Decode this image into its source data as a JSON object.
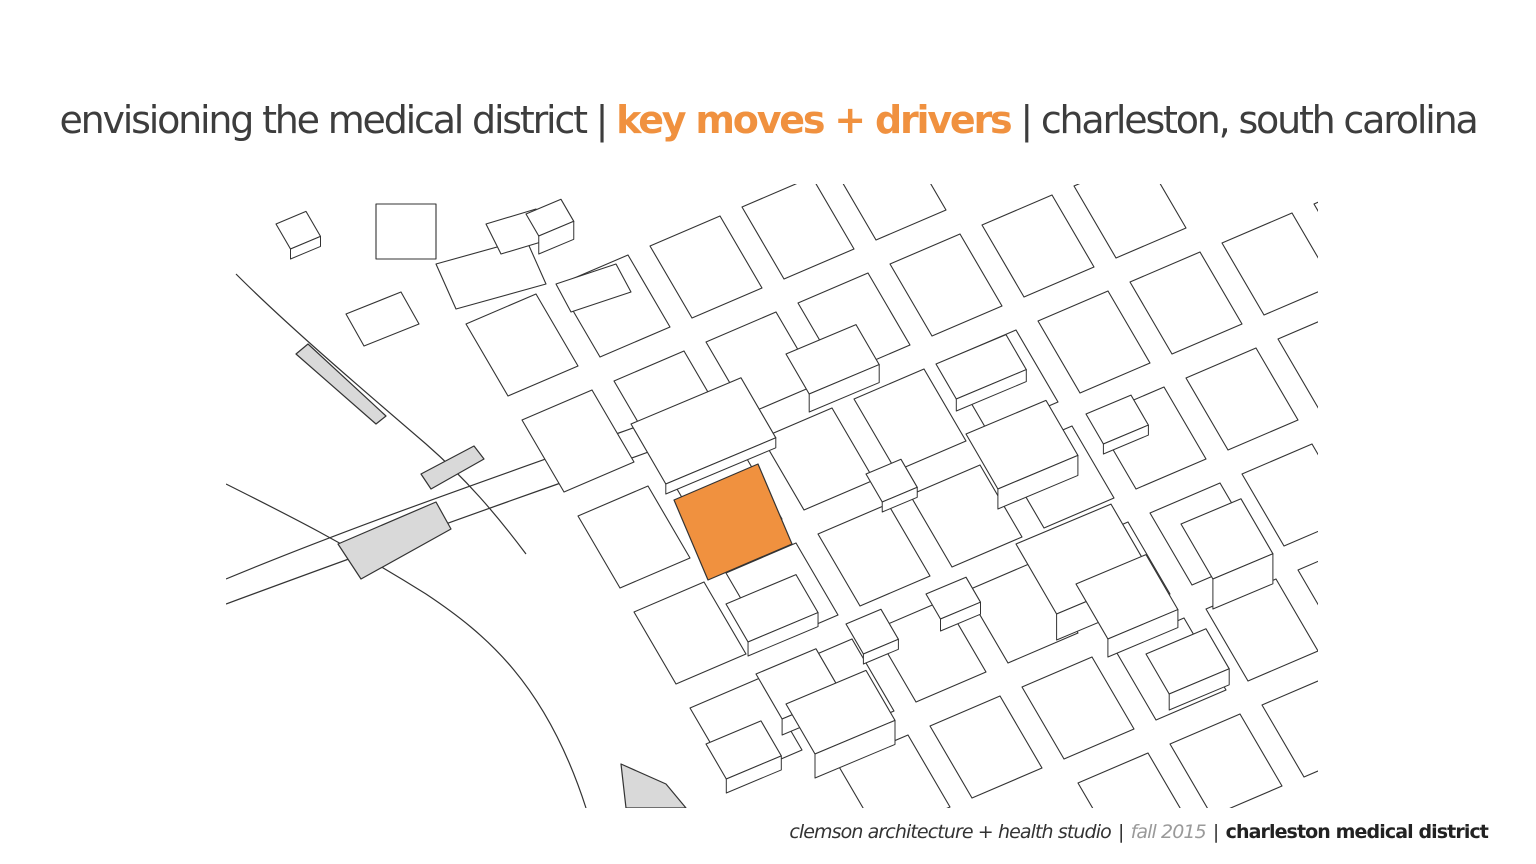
{
  "slide_title": {
    "prefix": "envisioning the medical district",
    "separator": "|",
    "highlight": "key moves + drivers",
    "suffix": "charleston, south carolina"
  },
  "footer": {
    "studio": "clemson architecture + health studio",
    "separator": "|",
    "term": "fall 2015",
    "district": "charleston medical district"
  },
  "map": {
    "style": "axonometric line drawing",
    "highlighted_site_color": "#f0913f",
    "linework_color": "#333333",
    "paved_fill_color": "#d9d9d9"
  },
  "colors": {
    "accent": "#f0913f",
    "title_text": "#3d3d3d",
    "footer_muted": "#9a9a9a"
  }
}
